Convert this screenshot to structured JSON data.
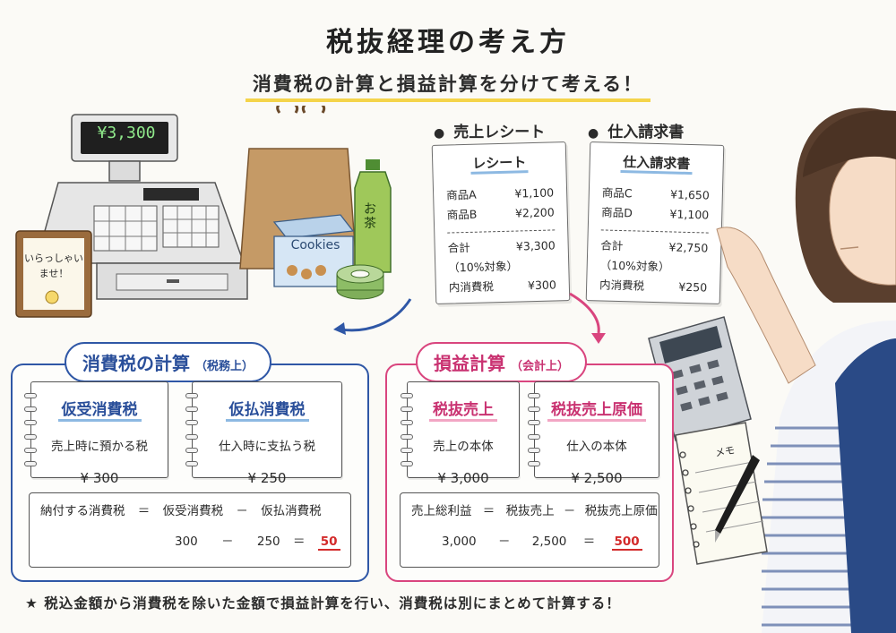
{
  "header": {
    "title": "税抜経理の考え方",
    "subtitle": "消費税の計算と損益計算を分けて考える！"
  },
  "register": {
    "display": "¥3,300"
  },
  "welcome_sign": {
    "line1": "いらっしゃい",
    "line2": "ませ！"
  },
  "cookies_box": {
    "label": "Cookies"
  },
  "tea_bottle": {
    "label": "お茶"
  },
  "memo_pad": {
    "label": "メモ"
  },
  "sales_receipt": {
    "heading": "売上レシート",
    "title": "レシート",
    "items": [
      {
        "name": "商品A",
        "price": "¥1,100"
      },
      {
        "name": "商品B",
        "price": "¥2,200"
      }
    ],
    "total_label": "合計",
    "total_value": "¥3,300",
    "scope": "（10%対象）",
    "tax_label": "内消費税",
    "tax_value": "¥300"
  },
  "purchase_invoice": {
    "heading": "仕入請求書",
    "title": "仕入請求書",
    "items": [
      {
        "name": "商品C",
        "price": "¥1,650"
      },
      {
        "name": "商品D",
        "price": "¥1,100"
      }
    ],
    "total_label": "合計",
    "total_value": "¥2,750",
    "scope": "（10%対象）",
    "tax_label": "内消費税",
    "tax_value": "¥250"
  },
  "tax_panel": {
    "title": "消費税の計算",
    "tag": "（税務上）",
    "card1": {
      "title": "仮受消費税",
      "desc": "売上時に預かる税",
      "value": "¥ 300"
    },
    "card2": {
      "title": "仮払消費税",
      "desc": "仕入時に支払う税",
      "value": "¥ 250"
    },
    "formula": {
      "lhs": "納付する消費税",
      "eq": "＝",
      "a": "仮受消費税",
      "minus": "－",
      "b": "仮払消費税",
      "n1": "300",
      "n2": "250",
      "result": "50"
    }
  },
  "pl_panel": {
    "title": "損益計算",
    "tag": "（会計上）",
    "card1": {
      "title": "税抜売上",
      "desc": "売上の本体",
      "value": "¥ 3,000"
    },
    "card2": {
      "title": "税抜売上原価",
      "desc": "仕入の本体",
      "value": "¥ 2,500"
    },
    "formula": {
      "lhs": "売上総利益",
      "eq": "＝",
      "a": "税抜売上",
      "minus": "－",
      "b": "税抜売上原価",
      "n1": "3,000",
      "n2": "2,500",
      "result": "500"
    }
  },
  "footer": {
    "text": "★ 税込金額から消費税を除いた金額で損益計算を行い、消費税は別にまとめて計算する！"
  },
  "colors": {
    "blue": "#2f57a6",
    "pink": "#d9457e",
    "highlight": "#f4d44a",
    "result_red": "#d32a2a"
  }
}
